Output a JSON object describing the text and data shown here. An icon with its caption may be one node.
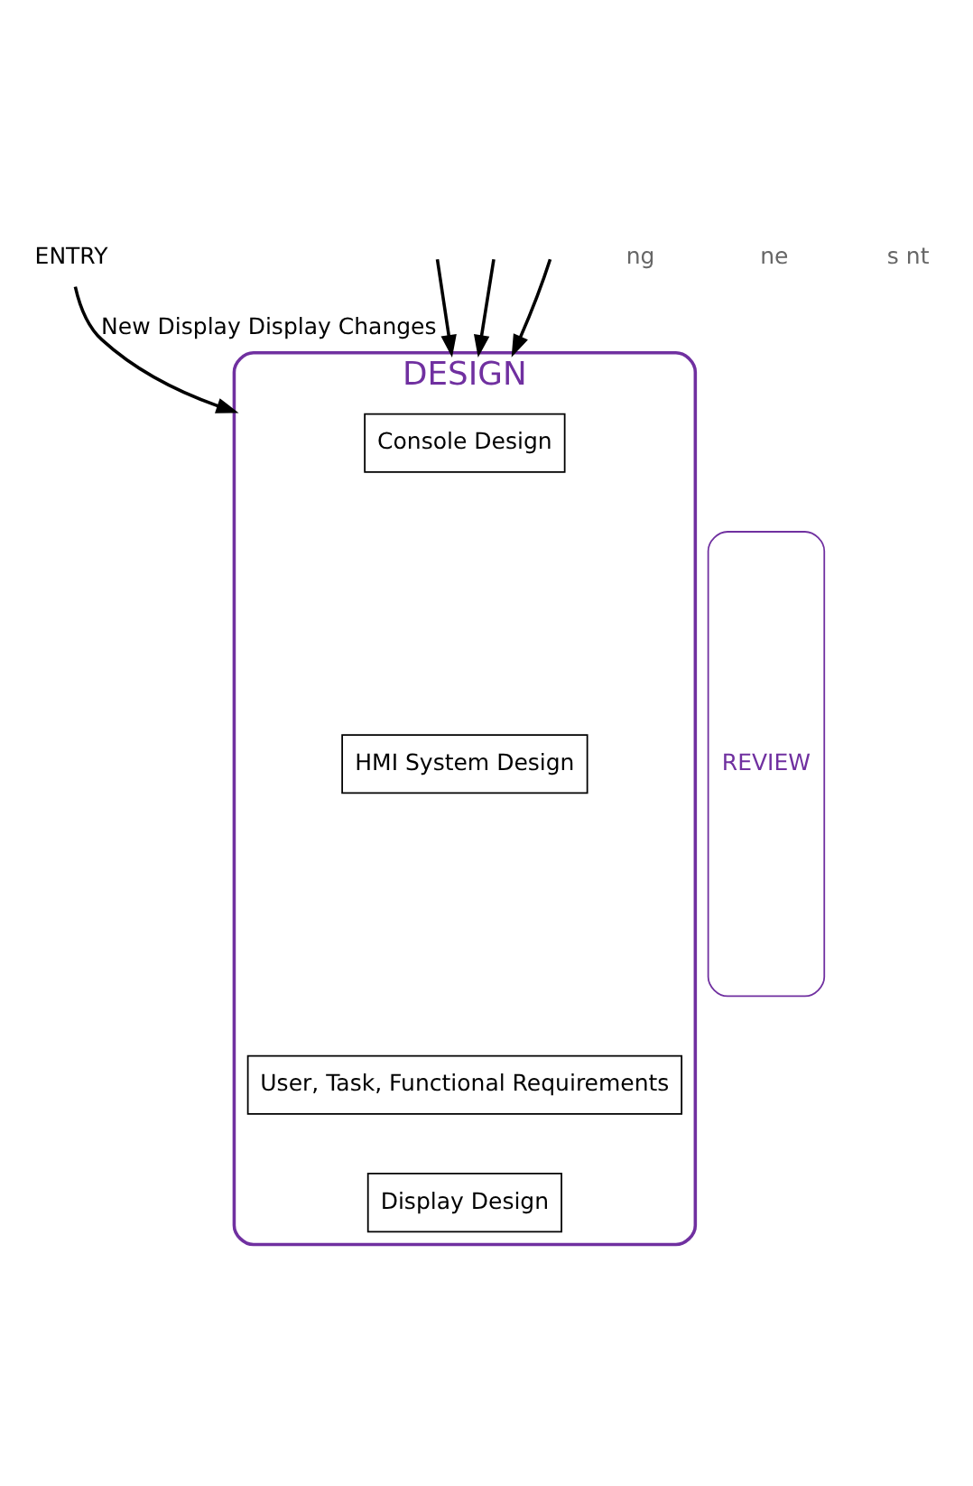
{
  "diagram": {
    "nodes": [
      {
        "text": [
          "DESIGN"
        ]
      },
      {
        "text": [
          "Console Design"
        ],
        "in": 0
      },
      {
        "text": [
          "HMI System Design"
        ],
        "in": 0
      },
      {
        "text": [
          "User, Task, Functional Requirements"
        ],
        "in": 0
      },
      {
        "text": [
          "Display Design"
        ],
        "in": 0
      },
      {
        "text": [
          "REVIEW"
        ]
      },
      {
        "text": [
          "ENTRY"
        ]
      }
    ],
    "edges": [
      {
        "from": 6,
        "to": 0,
        "arrow": "to",
        "label": "New Display Display Changes"
      },
      {
        "from": null,
        "to": 0,
        "arrow": "to"
      },
      {
        "from": null,
        "to": 0,
        "arrow": "to"
      },
      {
        "from": null,
        "to": 0,
        "arrow": "to"
      }
    ],
    "labels": [
      "ng",
      "ne",
      "s nt"
    ]
  }
}
